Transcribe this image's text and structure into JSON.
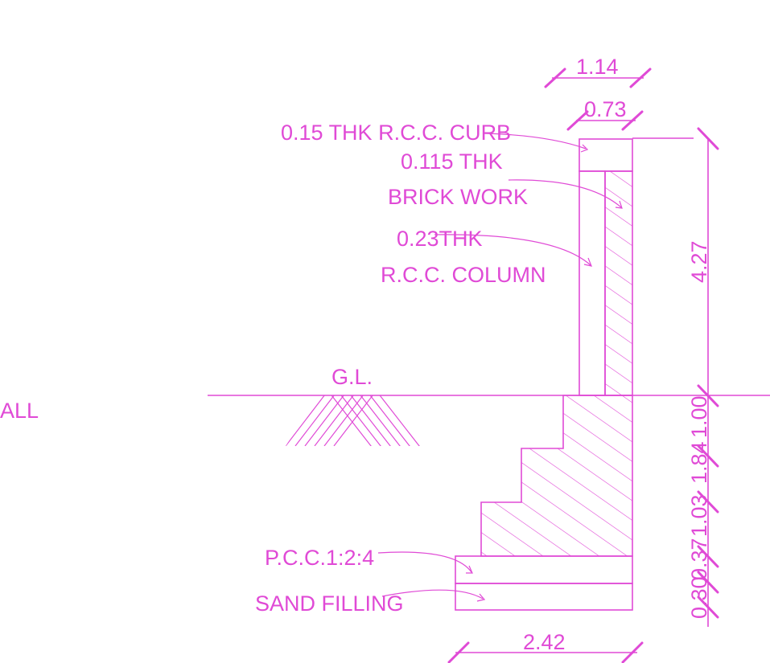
{
  "drawing": {
    "color": "#e04ad6",
    "background": "#ffffff",
    "partial_title": "ALL",
    "labels": {
      "curb": "0.15 THK R.C.C. CURB",
      "brick_1": "0.115 THK",
      "brick_2": "BRICK WORK",
      "column_1": "0.23THK",
      "column_2": "R.C.C. COLUMN",
      "ground_level": "G.L.",
      "pcc": "P.C.C.1:2:4",
      "sand": "SAND FILLING"
    },
    "dimensions": {
      "top_width_outer": "1.14",
      "top_width_inner": "0.73",
      "wall_height": "4.27",
      "step_1": "1.00",
      "step_2": "1.84",
      "step_3": "1.03",
      "pcc_thk": "0.37",
      "sand_thk": "0.30",
      "base_width": "2.42"
    }
  }
}
